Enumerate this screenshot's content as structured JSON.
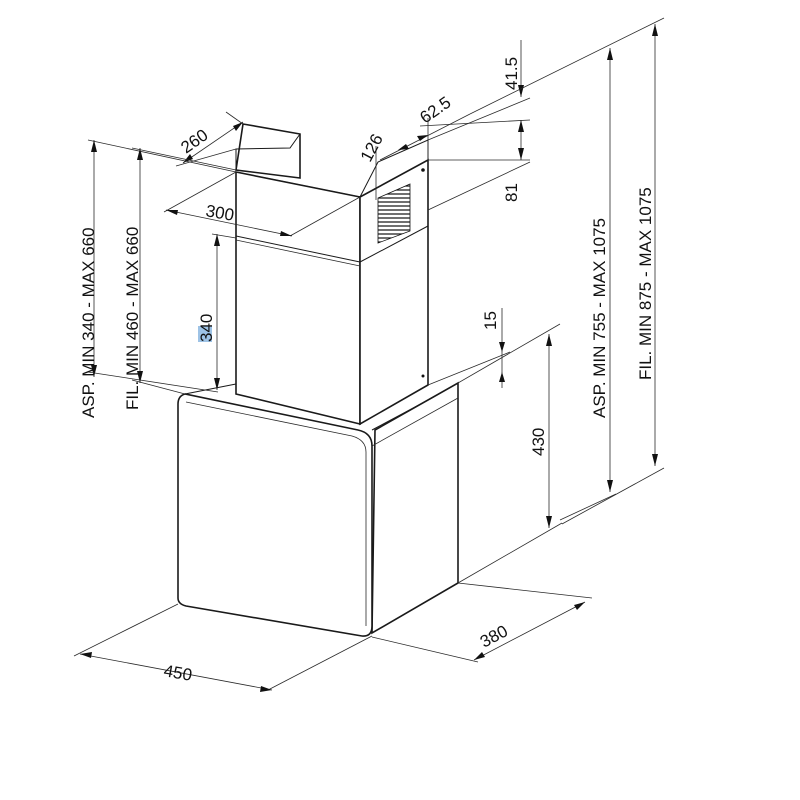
{
  "dimensions": {
    "width_450": "450",
    "depth_380": "380",
    "canopy_height_430": "430",
    "gap_15": "15",
    "chimney_height_340": "340",
    "chimney_width_300": "300",
    "chimney_depth_260": "260",
    "outlet_126": "126",
    "outlet_62_5": "62.5",
    "top_41_5": "41.5",
    "outlet_81": "81",
    "asp_chimney": "ASP. MIN 340 - MAX 660",
    "fil_chimney": "FIL. MIN 460 - MAX 660",
    "asp_total": "ASP. MIN 755 - MAX 1075",
    "fil_total": "FIL. MIN 875 - MAX 1075"
  },
  "colors": {
    "line": "#1a1a1a",
    "highlight": "#9ec3e6"
  }
}
